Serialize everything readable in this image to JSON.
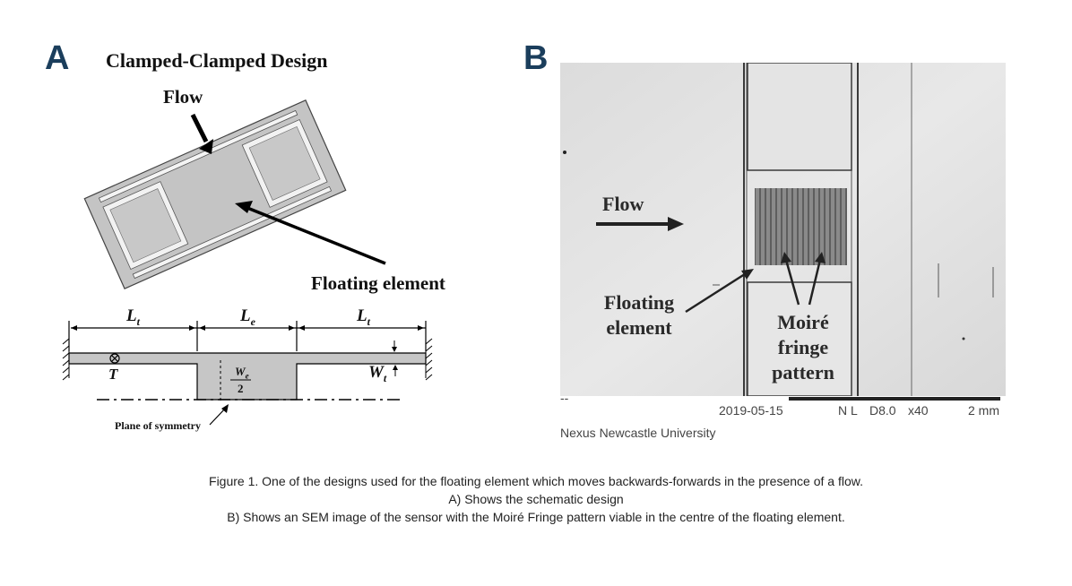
{
  "panel_a": {
    "letter": "A",
    "title": "Clamped-Clamped Design",
    "flow_label": "Flow",
    "element_label": "Floating element",
    "dims": {
      "lt_left": "L",
      "lt_sub": "t",
      "le": "L",
      "le_sub": "e",
      "lt_right": "L",
      "lt_right_sub": "t"
    },
    "t_label": "T",
    "we_num": "W",
    "we_sub": "e",
    "we_den": "2",
    "wt_label": "W",
    "wt_sub": "t",
    "symmetry_label": "Plane of symmetry"
  },
  "panel_b": {
    "letter": "B",
    "flow_label": "Flow",
    "element_label_1": "Floating",
    "element_label_2": "element",
    "moire_1": "Moiré",
    "moire_2": "fringe",
    "moire_3": "pattern",
    "databar": {
      "dashes": "--",
      "date": "2019-05-15",
      "mode": "N L",
      "wd": "D8.0",
      "mag": "x40",
      "scale": "2 mm",
      "instrument": "Nexus Newcastle University"
    }
  },
  "caption": {
    "line1": "Figure 1. One of the designs used for the floating element which moves backwards-forwards in the presence of a flow.",
    "line2": "A) Shows the schematic design",
    "line3": "B) Shows an SEM image of the sensor with the Moiré Fringe pattern viable in the centre of the floating element."
  }
}
